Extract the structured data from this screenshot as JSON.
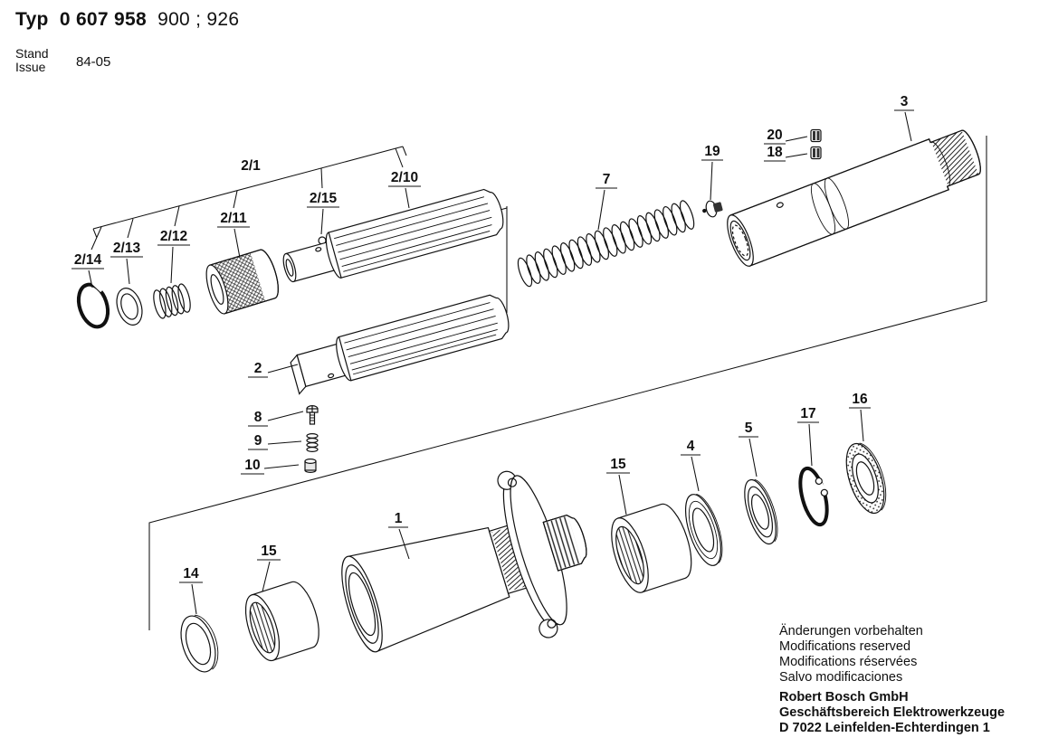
{
  "header": {
    "typ_label": "Typ",
    "model_bold": "0 607 958",
    "model_rest": "900 ; 926",
    "stand_label": "Stand",
    "issue_label": "Issue",
    "issue_value": "84-05"
  },
  "diagram": {
    "labels": {
      "g2_1": "2/1",
      "g2_10": "2/10",
      "g2_11": "2/11",
      "g2_12": "2/12",
      "g2_13": "2/13",
      "g2_14": "2/14",
      "g2_15": "2/15",
      "p1": "1",
      "p2": "2",
      "p3": "3",
      "p4": "4",
      "p5": "5",
      "p7": "7",
      "p8": "8",
      "p9": "9",
      "p10": "10",
      "p14": "14",
      "p15_left": "15",
      "p15_right": "15",
      "p16": "16",
      "p17": "17",
      "p18": "18",
      "p19": "19",
      "p20": "20"
    }
  },
  "footer": {
    "notes": [
      "Änderungen vorbehalten",
      "Modifications reserved",
      "Modifications réservées",
      "Salvo modificaciones"
    ],
    "company": [
      "Robert Bosch GmbH",
      "Geschäftsbereich Elektrowerkzeuge",
      "D 7022 Leinfelden-Echterdingen 1"
    ]
  },
  "colors": {
    "ink": "#111111",
    "background": "#ffffff"
  }
}
